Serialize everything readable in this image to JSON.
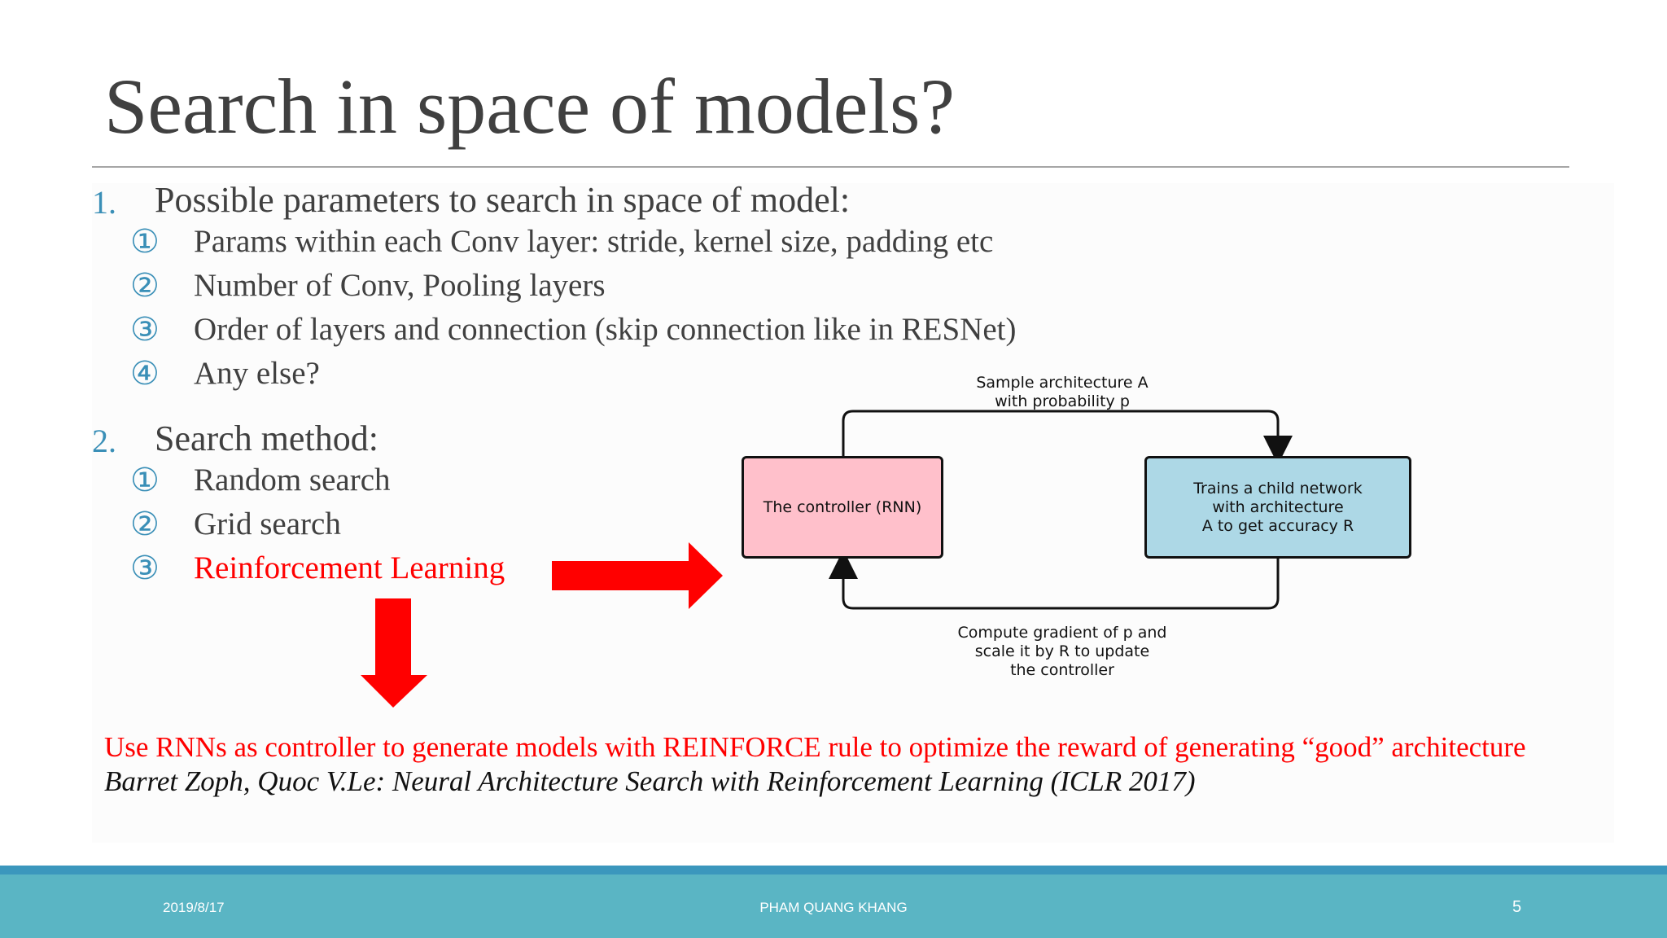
{
  "slide": {
    "title": "Search in space of models?",
    "sections": [
      {
        "number": "1.",
        "heading": "Possible parameters to search in space of model:",
        "items": [
          {
            "marker": "①",
            "text": "Params within each Conv layer: stride, kernel size, padding etc"
          },
          {
            "marker": "②",
            "text": "Number of Conv, Pooling layers"
          },
          {
            "marker": "③",
            "text": "Order of layers and connection (skip connection like in RESNet)"
          },
          {
            "marker": "④",
            "text": "Any else?"
          }
        ]
      },
      {
        "number": "2.",
        "heading": "Search method:",
        "items": [
          {
            "marker": "①",
            "text": "Random search"
          },
          {
            "marker": "②",
            "text": "Grid search"
          },
          {
            "marker": "③",
            "text": "Reinforcement Learning"
          }
        ]
      }
    ],
    "diagram": {
      "top_label": [
        "Sample architecture A",
        "with probability p"
      ],
      "controller_label": "The controller (RNN)",
      "child_label": [
        "Trains a child network",
        "with architecture",
        "A to get accuracy R"
      ],
      "bottom_label": [
        "Compute gradient of p and",
        "scale it by R to update",
        "the controller"
      ],
      "controller_color": "#ffc0cb",
      "child_color": "#add8e6"
    },
    "note": "Use RNNs as controller to generate models with REINFORCE rule to optimize the reward of generating “good” architecture",
    "citation": "Barret Zoph, Quoc V.Le: Neural Architecture Search with Reinforcement Learning (ICLR 2017)",
    "accent_color": "#3a8fb7",
    "highlight_color": "#ff0000"
  },
  "footer": {
    "date": "2019/8/17",
    "author": "PHAM QUANG KHANG",
    "page": "5"
  }
}
